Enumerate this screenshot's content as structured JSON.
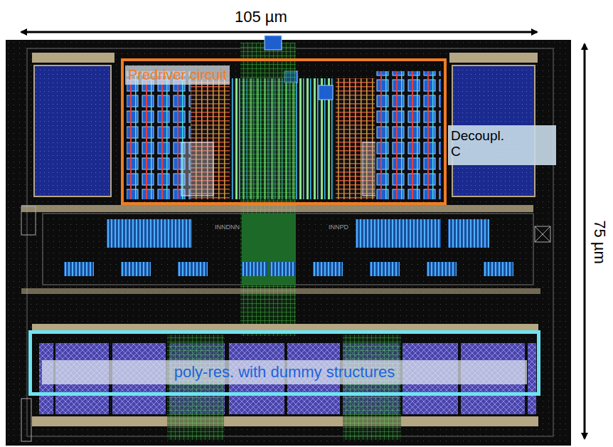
{
  "diagram": {
    "nodes": [
      {
        "text": [
          "Predriver circuit"
        ]
      },
      {
        "text": [
          "poly-res. with dummy structures"
        ]
      },
      {
        "text": [
          "Decoupl. C"
        ]
      }
    ],
    "labels": [
      "105 µm",
      "75 µm",
      "INNDNN",
      "INNPD"
    ]
  }
}
